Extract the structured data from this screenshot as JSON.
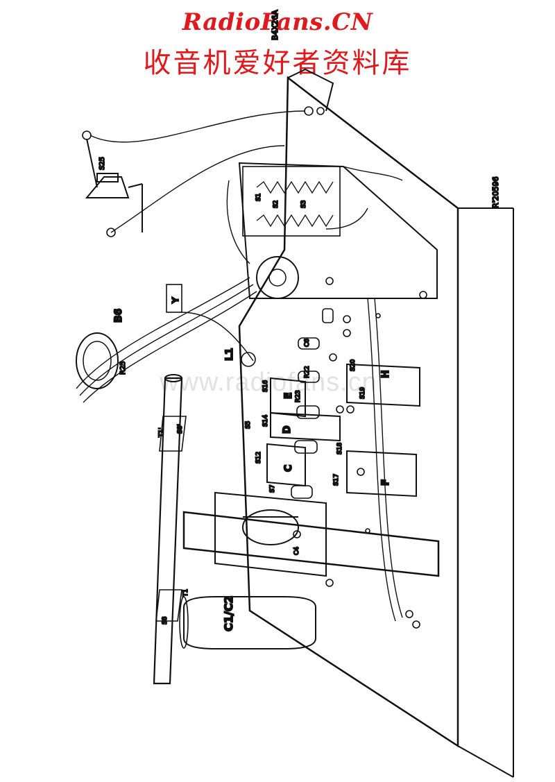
{
  "header": {
    "site_name": "RadioFans.CN",
    "site_subtitle": "收音机爱好者资料库",
    "brand_color": "#e0191c"
  },
  "watermark": "www.radiofans.cn",
  "diagram": {
    "model_code": "B4X26A",
    "drawing_ref": "R'20596",
    "labels": {
      "b6": "B6",
      "l1": "L1",
      "y": "Y",
      "r25": "R25",
      "s25": "S25",
      "c1c2": "C1/C2",
      "can_c": "C",
      "can_d": "D",
      "can_e": "E",
      "can_f": "F",
      "can_h": "H",
      "s5": "S5",
      "s7": "S7",
      "s12": "S12",
      "s14": "S14",
      "s16": "S16",
      "s17": "S17",
      "s18": "S18",
      "s19": "S19",
      "s20": "S20",
      "s2": "S2",
      "s3": "S3",
      "s1": "S1",
      "c4": "C4",
      "c6": "C6",
      "r22": "R22",
      "r23": "R23",
      "t1": "T1",
      "t1p": "T1'",
      "s8": "S8",
      "s8p": "S8'"
    }
  }
}
